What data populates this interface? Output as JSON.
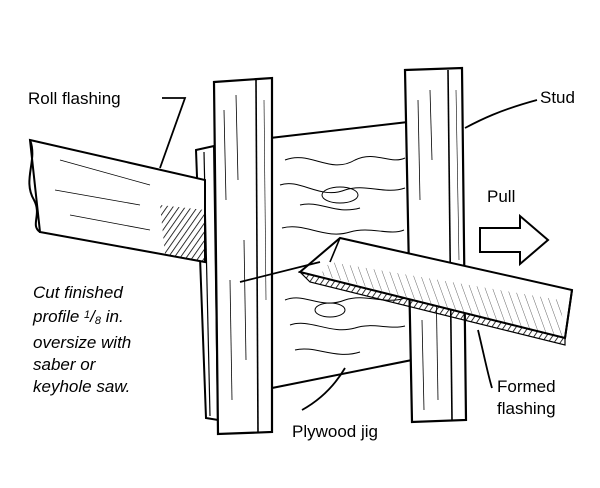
{
  "labels": {
    "roll_flashing": "Roll flashing",
    "stud": "Stud",
    "pull": "Pull",
    "cut_line1": "Cut finished",
    "cut_line2_pre": "profile ",
    "cut_line2_num": "1",
    "cut_line2_sep": "/",
    "cut_line2_den": "8",
    "cut_line2_post": " in.",
    "cut_line3": "oversize with",
    "cut_line4": "saber or",
    "cut_line5": "keyhole saw.",
    "formed_flashing_line1": "Formed",
    "formed_flashing_line2": "flashing",
    "plywood_jig": "Plywood jig"
  }
}
